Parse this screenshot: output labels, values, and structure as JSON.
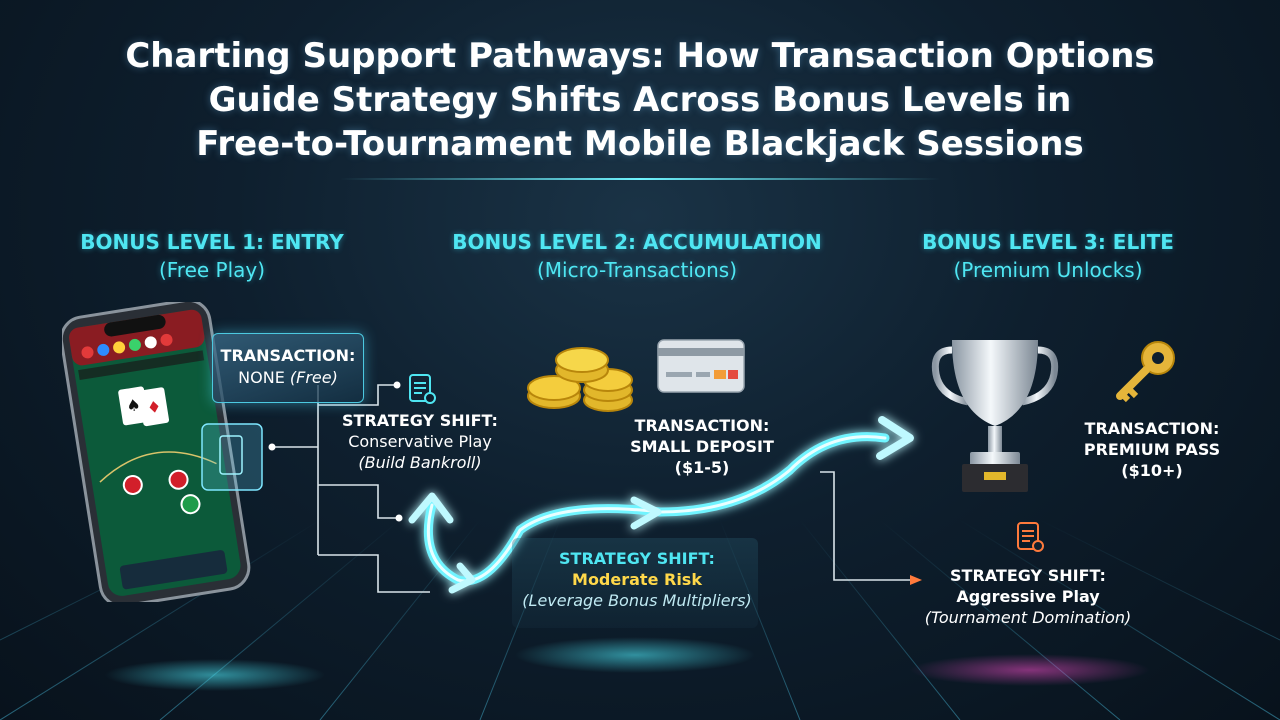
{
  "title": {
    "line1": "Charting Support Pathways: How Transaction Options",
    "line2": "Guide Strategy Shifts Across Bonus Levels in",
    "line3": "Free-to-Tournament Mobile Blackjack Sessions"
  },
  "levels": [
    {
      "heading": "BONUS LEVEL 1: ENTRY",
      "subheading": "(Free Play)",
      "transaction_label": "TRANSACTION:",
      "transaction_value": "NONE",
      "transaction_note": "(Free)",
      "strategy_label": "STRATEGY SHIFT:",
      "strategy_value": "Conservative Play",
      "strategy_note": "(Build Bankroll)"
    },
    {
      "heading": "BONUS LEVEL 2: ACCUMULATION",
      "subheading": "(Micro-Transactions)",
      "transaction_label": "TRANSACTION:",
      "transaction_value": "SMALL DEPOSIT",
      "transaction_note": "($1-5)",
      "strategy_label": "STRATEGY SHIFT:",
      "strategy_value": "Moderate Risk",
      "strategy_note": "(Leverage Bonus Multipliers)"
    },
    {
      "heading": "BONUS LEVEL 3: ELITE",
      "subheading": "(Premium Unlocks)",
      "transaction_label": "TRANSACTION:",
      "transaction_value": "PREMIUM PASS",
      "transaction_note": "($10+)",
      "strategy_label": "STRATEGY SHIFT:",
      "strategy_value": "Aggressive Play",
      "strategy_note": "(Tournament Domination)"
    }
  ],
  "colors": {
    "accent_cyan": "#4fe6f2",
    "highlight_yellow": "#ffd84a",
    "background": "#0e1f2e",
    "connector": "#d9e4ea",
    "arrow_orange": "#ff7a3c"
  }
}
